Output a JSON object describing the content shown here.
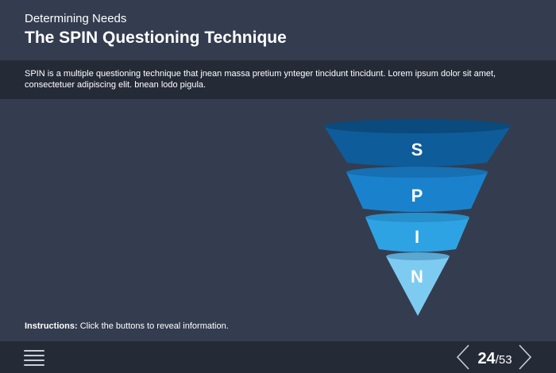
{
  "header": {
    "subtitle": "Determining Needs",
    "title": "The SPIN Questioning Technique"
  },
  "description": "SPIN is a multiple questioning technique that jnean massa pretium ynteger tincidunt tincidunt. Lorem ipsum dolor sit amet, consectetuer adipiscing elit. bnean lodo pigula.",
  "funnel": {
    "segments": [
      {
        "letter": "S",
        "color": "#0e5c9a"
      },
      {
        "letter": "P",
        "color": "#1a82cc"
      },
      {
        "letter": "I",
        "color": "#2ea3e3"
      },
      {
        "letter": "N",
        "color": "#7ecbf2"
      }
    ]
  },
  "instructions": {
    "label": "Instructions:",
    "text": "Click the buttons to reveal information."
  },
  "footer": {
    "menu_icon": "hamburger-menu-icon",
    "page_current": "24",
    "page_total": "/53"
  }
}
